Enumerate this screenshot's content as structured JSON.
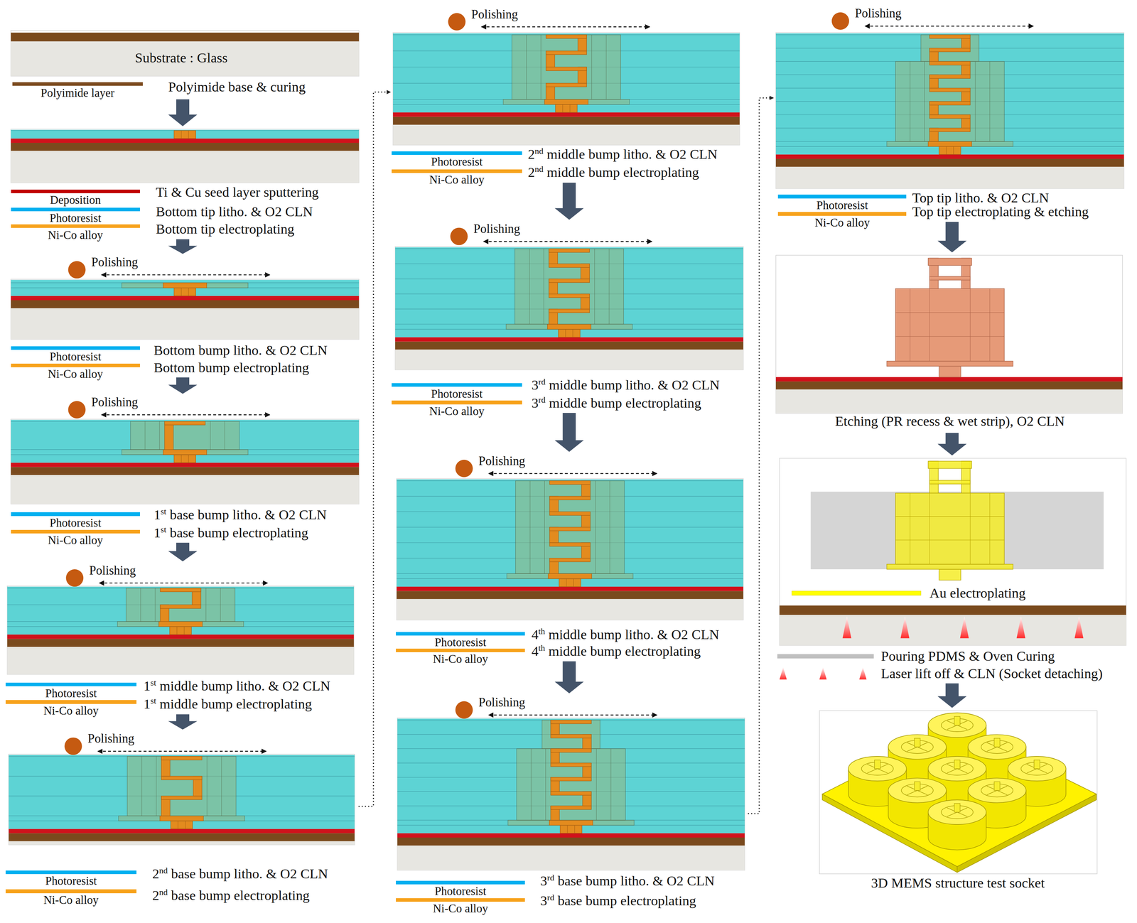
{
  "diagram": {
    "nodes": [
      {
        "text": [
          "Polyimide base & curing"
        ]
      },
      {
        "text": [
          "Ti & Cu seed layer sputtering",
          "Bottom tip litho. & O2 CLN",
          "Bottom tip electroplating"
        ]
      },
      {
        "text": [
          "Bottom bump litho. & O2 CLN",
          "Bottom bump electroplating"
        ]
      },
      {
        "text": [
          "1st base bump litho. & O2 CLN",
          "1st base bump electroplating"
        ]
      },
      {
        "text": [
          "1st middle bump litho. & O2 CLN",
          "1st middle bump electroplating"
        ]
      },
      {
        "text": [
          "2nd base bump litho. & O2 CLN",
          "2nd base bump electroplating"
        ]
      },
      {
        "text": [
          "2nd middle bump litho. & O2 CLN",
          "2nd middle bump electroplating"
        ]
      },
      {
        "text": [
          "3rd middle bump litho. & O2 CLN",
          "3rd middle bump electroplating"
        ]
      },
      {
        "text": [
          "4th middle bump litho. & O2 CLN",
          "4th middle bump electroplating"
        ]
      },
      {
        "text": [
          "3rd base bump litho. & O2 CLN",
          "3rd base bump electroplating"
        ]
      },
      {
        "text": [
          "Top tip litho. & O2 CLN",
          "Top tip electroplating & etching"
        ]
      },
      {
        "text": [
          "Etching (PR recess & wet strip), O2 CLN"
        ]
      },
      {
        "text": [
          "Au electroplating",
          "Pouring PDMS & Oven Curing",
          "Laser lift off & CLN (Socket detaching)"
        ]
      },
      {
        "text": [
          "3D MEMS structure test socket"
        ]
      }
    ],
    "edges": [
      {
        "from": 0,
        "to": 1,
        "arrow": "to"
      },
      {
        "from": 1,
        "to": 2,
        "arrow": "to"
      },
      {
        "from": 2,
        "to": 3,
        "arrow": "to"
      },
      {
        "from": 3,
        "to": 4,
        "arrow": "to"
      },
      {
        "from": 4,
        "to": 5,
        "arrow": "to"
      },
      {
        "from": 5,
        "to": 6,
        "arrow": "to"
      },
      {
        "from": 6,
        "to": 7,
        "arrow": "to"
      },
      {
        "from": 7,
        "to": 8,
        "arrow": "to"
      },
      {
        "from": 8,
        "to": 9,
        "arrow": "to"
      },
      {
        "from": 9,
        "to": 10,
        "arrow": "to"
      },
      {
        "from": 10,
        "to": 11,
        "arrow": "to"
      },
      {
        "from": 11,
        "to": 12,
        "arrow": "to"
      },
      {
        "from": 12,
        "to": 13,
        "arrow": "to"
      }
    ],
    "labels": [
      "Substrate : Glass",
      "Polishing",
      "Polishing",
      "Polishing",
      "Polishing",
      "Polishing",
      "Polishing",
      "Polishing",
      "Polishing",
      "Polishing"
    ],
    "legend": [
      {
        "text": "Polyimide layer",
        "color": "#7b4a1e"
      },
      {
        "text": "Deposition",
        "color": "#c00000"
      },
      {
        "text": "Photoresist",
        "color": "#00b0f0"
      },
      {
        "text": "Ni-Co alloy",
        "color": "#f7a21b"
      },
      {
        "text": "Photoresist",
        "color": "#00b0f0"
      },
      {
        "text": "Ni-Co alloy",
        "color": "#f7a21b"
      },
      {
        "text": "Photoresist",
        "color": "#00b0f0"
      },
      {
        "text": "Ni-Co alloy",
        "color": "#f7a21b"
      },
      {
        "text": "Photoresist",
        "color": "#00b0f0"
      },
      {
        "text": "Ni-Co alloy",
        "color": "#f7a21b"
      },
      {
        "text": "Photoresist",
        "color": "#00b0f0"
      },
      {
        "text": "Ni-Co alloy",
        "color": "#f7a21b"
      },
      {
        "text": "Photoresist",
        "color": "#00b0f0"
      },
      {
        "text": "Ni-Co alloy",
        "color": "#f7a21b"
      },
      {
        "text": "Photoresist",
        "color": "#00b0f0"
      },
      {
        "text": "Ni-Co alloy",
        "color": "#f7a21b"
      },
      {
        "text": "Photoresist",
        "color": "#00b0f0"
      },
      {
        "text": "Ni-Co alloy",
        "color": "#f7a21b"
      },
      {
        "text": "Photoresist",
        "color": "#00b0f0"
      },
      {
        "text": "Ni-Co alloy",
        "color": "#f7a21b"
      },
      {
        "text": "Photoresist",
        "color": "#00b0f0"
      },
      {
        "text": "Ni-Co alloy",
        "color": "#f7a21b"
      }
    ]
  }
}
